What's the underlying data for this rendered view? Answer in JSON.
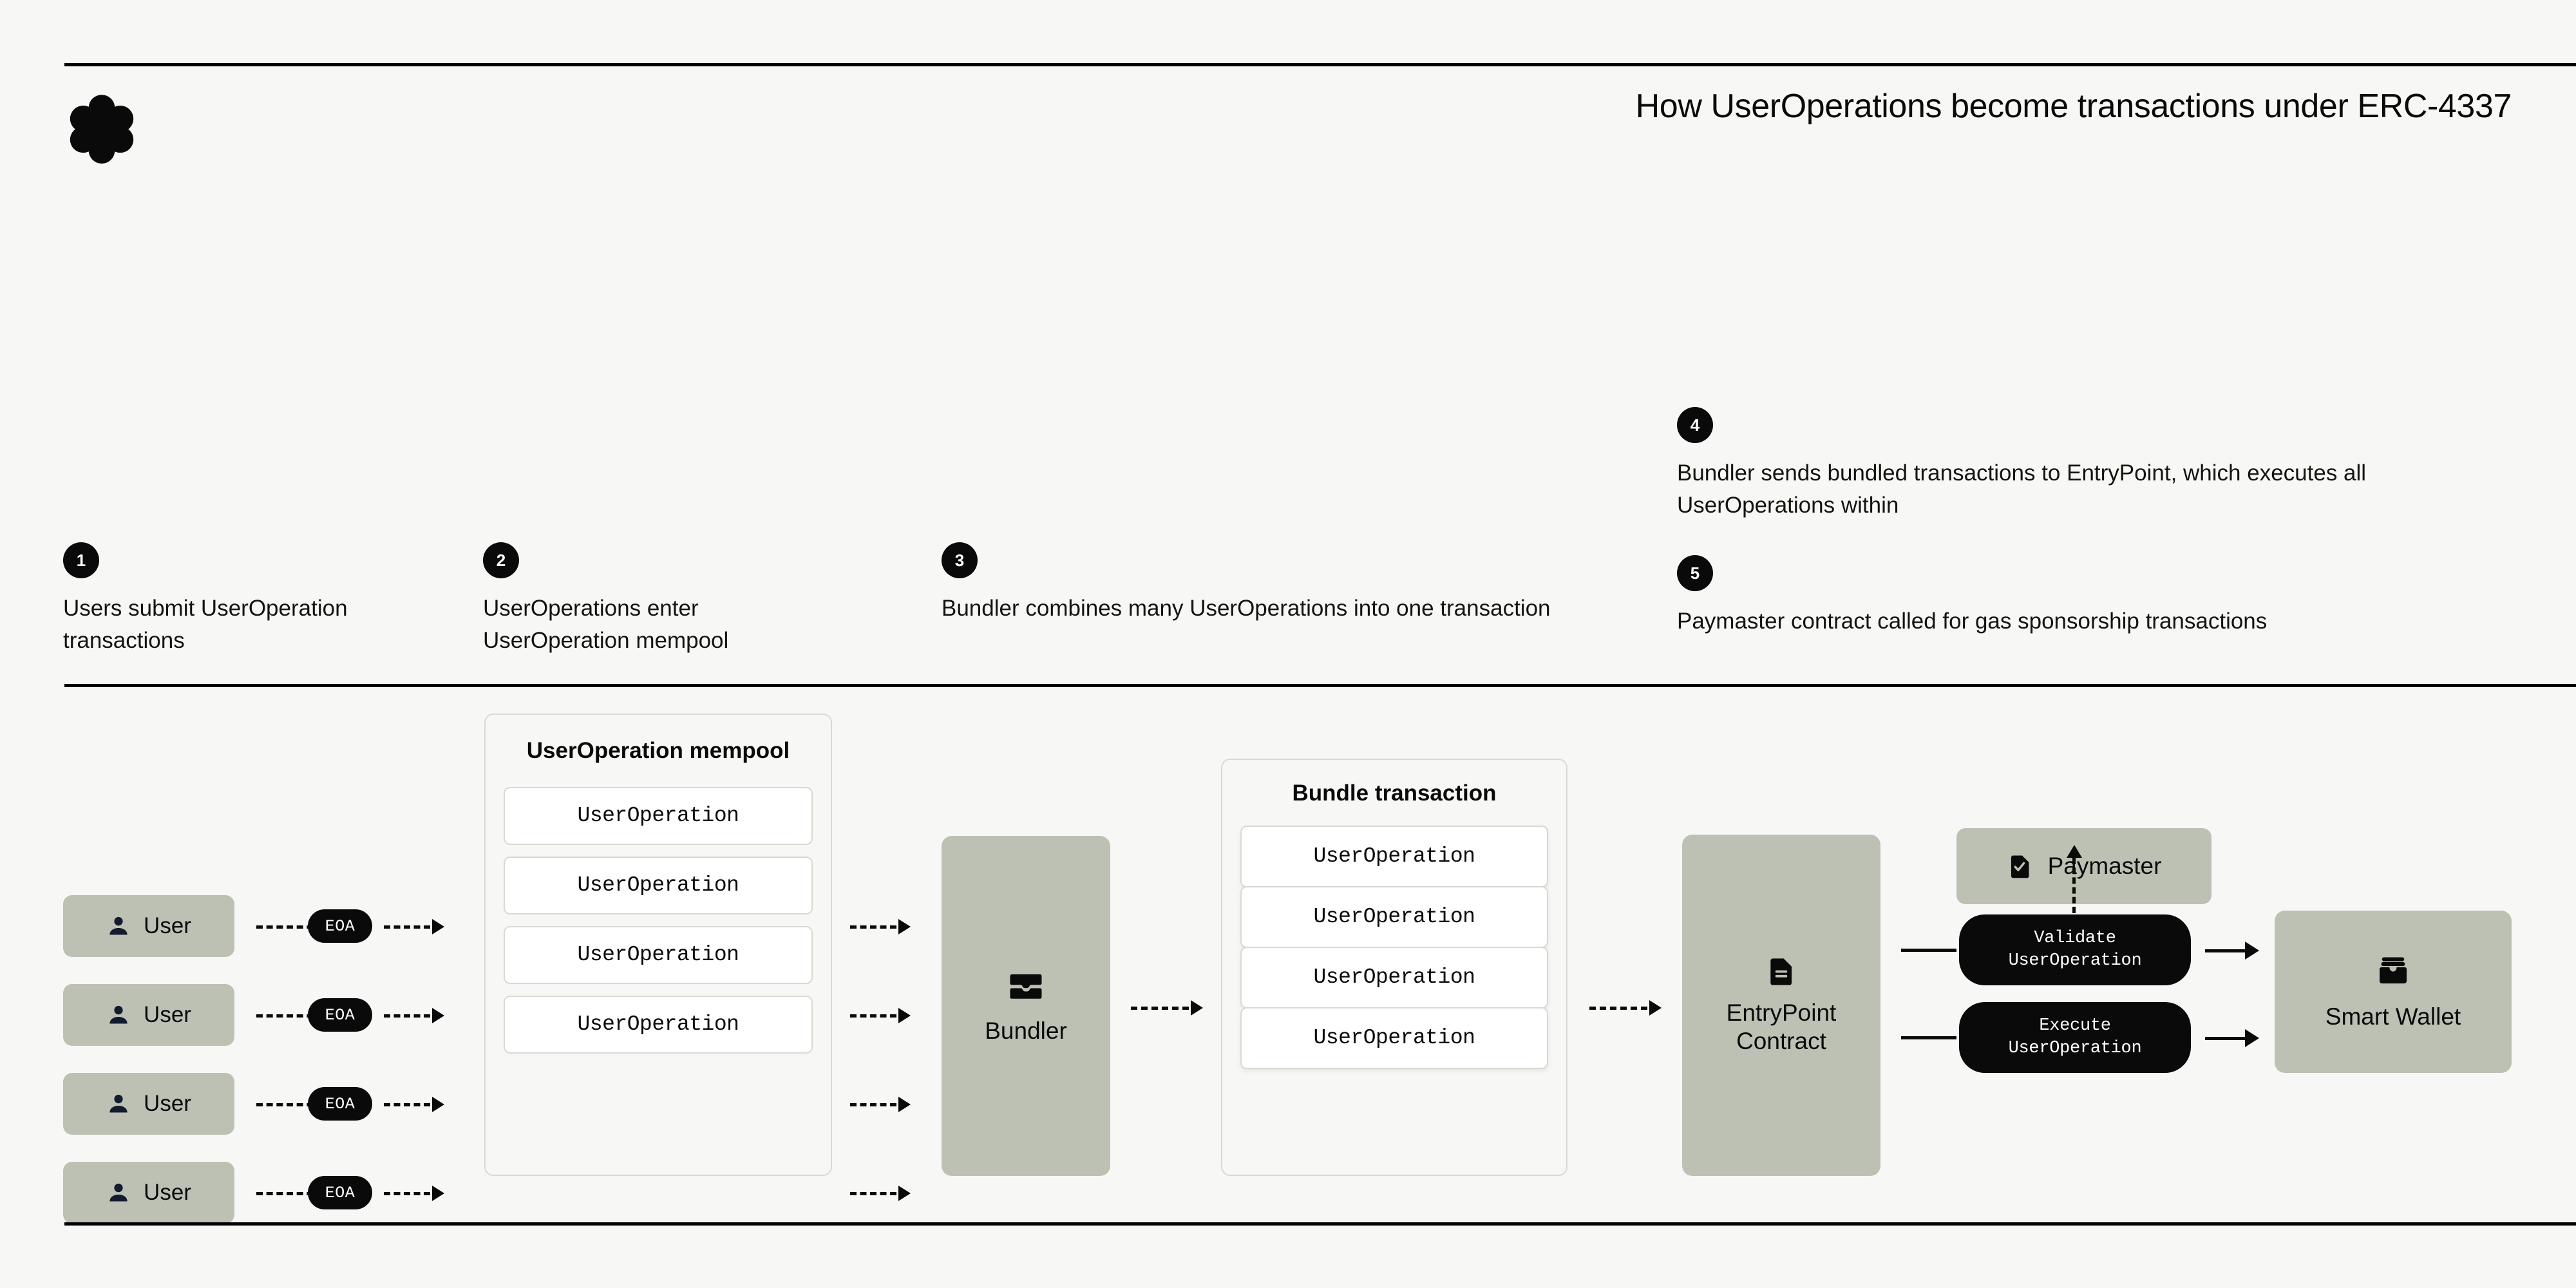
{
  "header": {
    "logo_icon": "flower-logo",
    "title": "How UserOperations become transactions under ERC-4337"
  },
  "steps": [
    {
      "number": "1",
      "text": "Users submit UserOperation transactions"
    },
    {
      "number": "2",
      "text": "UserOperations enter UserOperation mempool"
    },
    {
      "number": "3",
      "text": "Bundler combines many UserOperations into one transaction"
    },
    {
      "number": "4",
      "text": "Bundler sends bundled transactions to EntryPoint, which executes all UserOperations within"
    },
    {
      "number": "5",
      "text": "Paymaster contract called for gas sponsorship transactions"
    }
  ],
  "diagram": {
    "users": [
      {
        "label": "User",
        "eoa": "EOA"
      },
      {
        "label": "User",
        "eoa": "EOA"
      },
      {
        "label": "User",
        "eoa": "EOA"
      },
      {
        "label": "User",
        "eoa": "EOA"
      }
    ],
    "mempool": {
      "title": "UserOperation mempool",
      "items": [
        "UserOperation",
        "UserOperation",
        "UserOperation",
        "UserOperation"
      ]
    },
    "bundler": {
      "label": "Bundler",
      "icon": "inbox-stack-icon"
    },
    "bundle": {
      "title": "Bundle transaction",
      "items": [
        "UserOperation",
        "UserOperation",
        "UserOperation",
        "UserOperation"
      ]
    },
    "entrypoint": {
      "label": "EntryPoint Contract",
      "icon": "contract-document-icon"
    },
    "paymaster": {
      "label": "Paymaster",
      "icon": "document-check-icon"
    },
    "validate": {
      "line1": "Validate",
      "line2": "UserOperation"
    },
    "execute": {
      "line1": "Execute",
      "line2": "UserOperation"
    },
    "smart_wallet": {
      "label": "Smart Wallet",
      "icon": "wallet-icon"
    }
  },
  "colors": {
    "background": "#f7f7f5",
    "sage": "#bcc1b4",
    "ink": "#0a0a0a",
    "navy": "#141b2e",
    "border": "#d9d9d4"
  }
}
